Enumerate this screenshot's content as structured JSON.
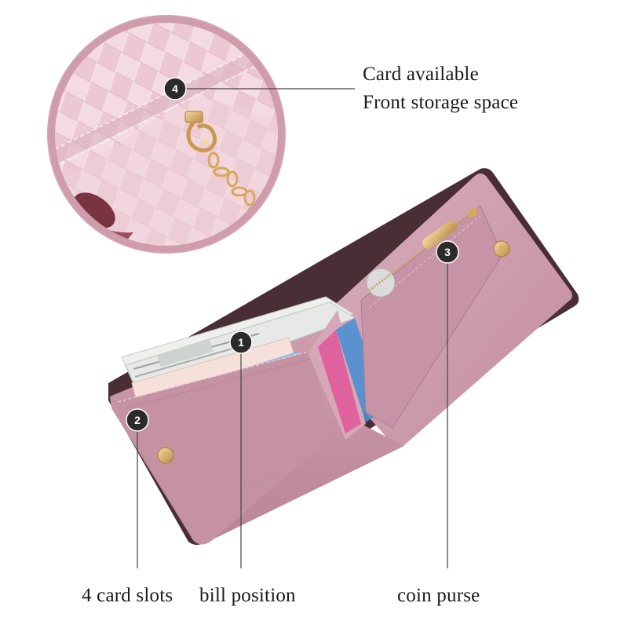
{
  "callouts": {
    "top_line1": "Card available",
    "top_line2": "Front storage space",
    "card_slots": "4 card slots",
    "bill_position": "bill position",
    "coin_purse": "coin purse"
  },
  "badges": {
    "b1": "1",
    "b2": "2",
    "b3": "3",
    "b4": "4"
  },
  "colors": {
    "wallet_pink": "#c99aab",
    "wallet_pink_light": "#dbb3c1",
    "zoom_ring": "#d9a9b7",
    "badge": "#2b2b2b",
    "leader_line": "#444444"
  }
}
